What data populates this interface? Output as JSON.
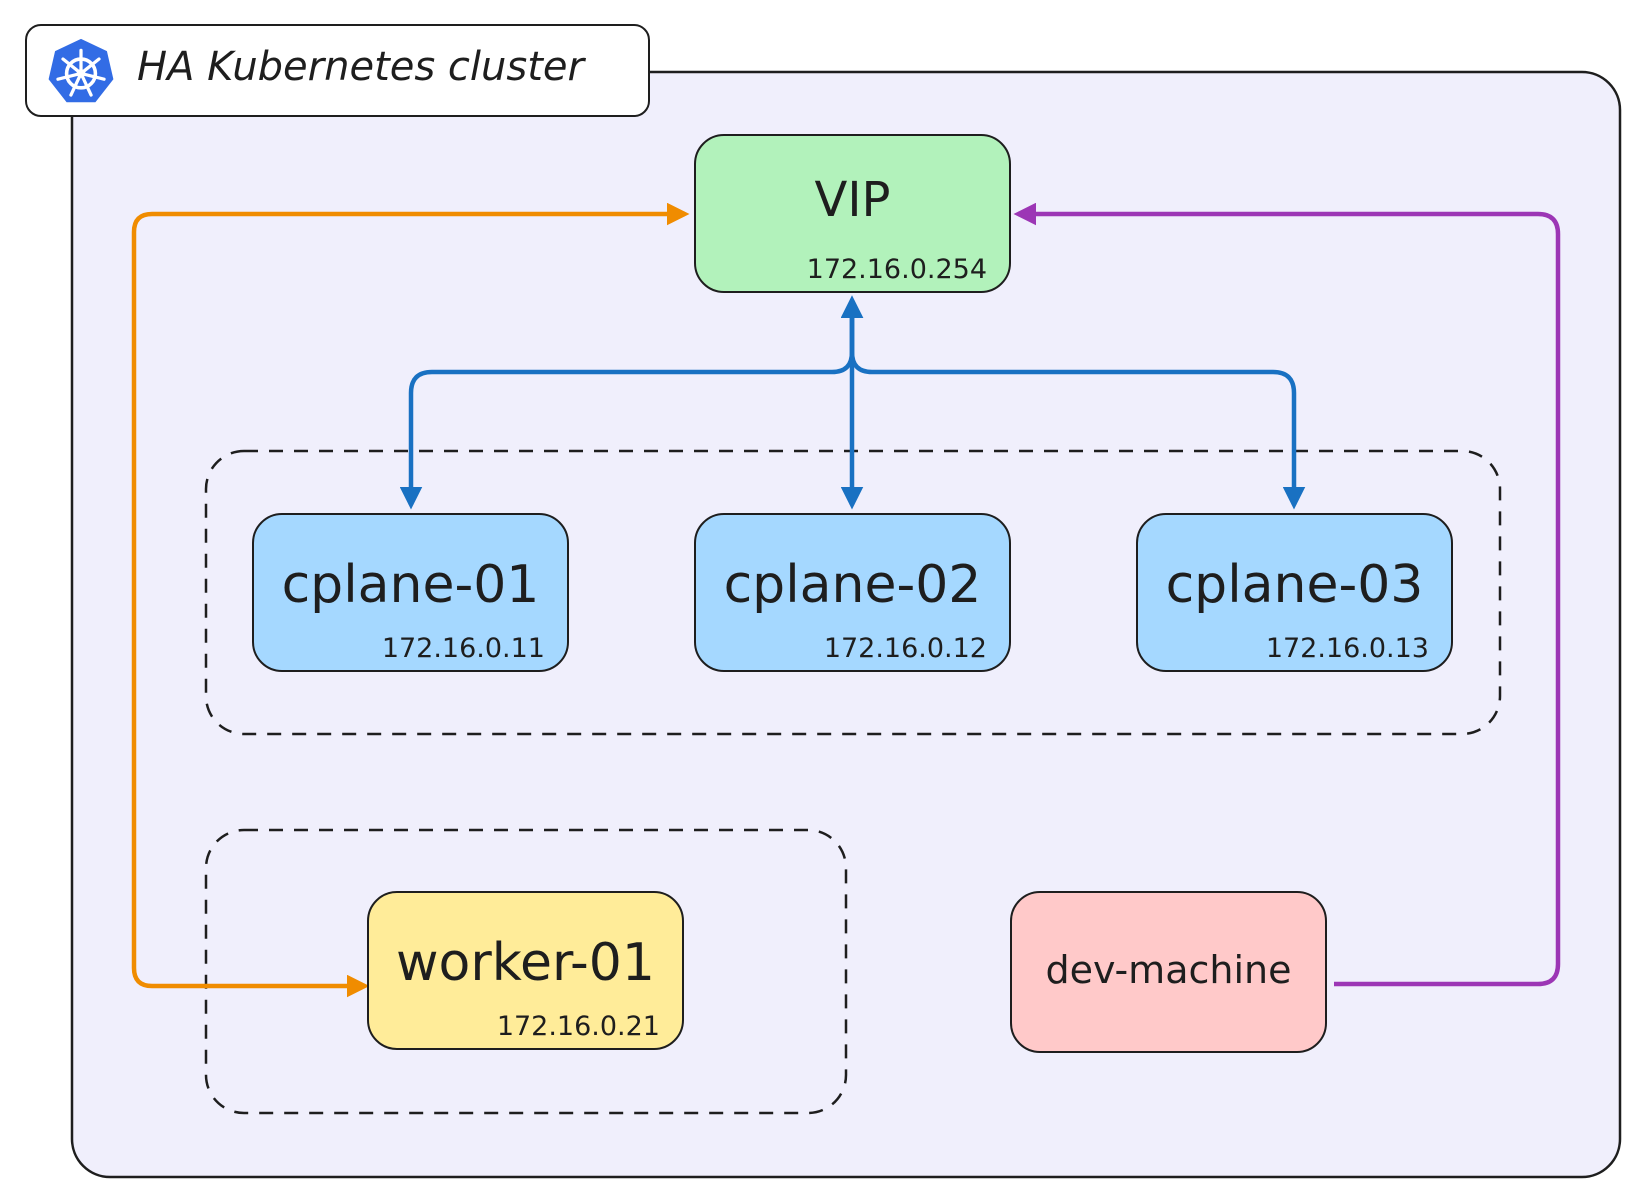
{
  "cluster": {
    "title": "HA Kubernetes cluster",
    "icon": "kubernetes-icon",
    "background_color": "#f0effc"
  },
  "nodes": {
    "vip": {
      "name": "VIP",
      "ip": "172.16.0.254",
      "color": "#b2f2bb"
    },
    "cplane_01": {
      "name": "cplane-01",
      "ip": "172.16.0.11",
      "color": "#a5d8ff"
    },
    "cplane_02": {
      "name": "cplane-02",
      "ip": "172.16.0.12",
      "color": "#a5d8ff"
    },
    "cplane_03": {
      "name": "cplane-03",
      "ip": "172.16.0.13",
      "color": "#a5d8ff"
    },
    "worker_01": {
      "name": "worker-01",
      "ip": "172.16.0.21",
      "color": "#ffec99"
    },
    "dev_machine": {
      "name": "dev-machine",
      "color": "#ffc9c9"
    }
  },
  "connector_colors": {
    "vip_to_worker": "#f08c00",
    "dev_to_vip": "#9c36b5",
    "vip_to_control_plane": "#1971c2"
  }
}
